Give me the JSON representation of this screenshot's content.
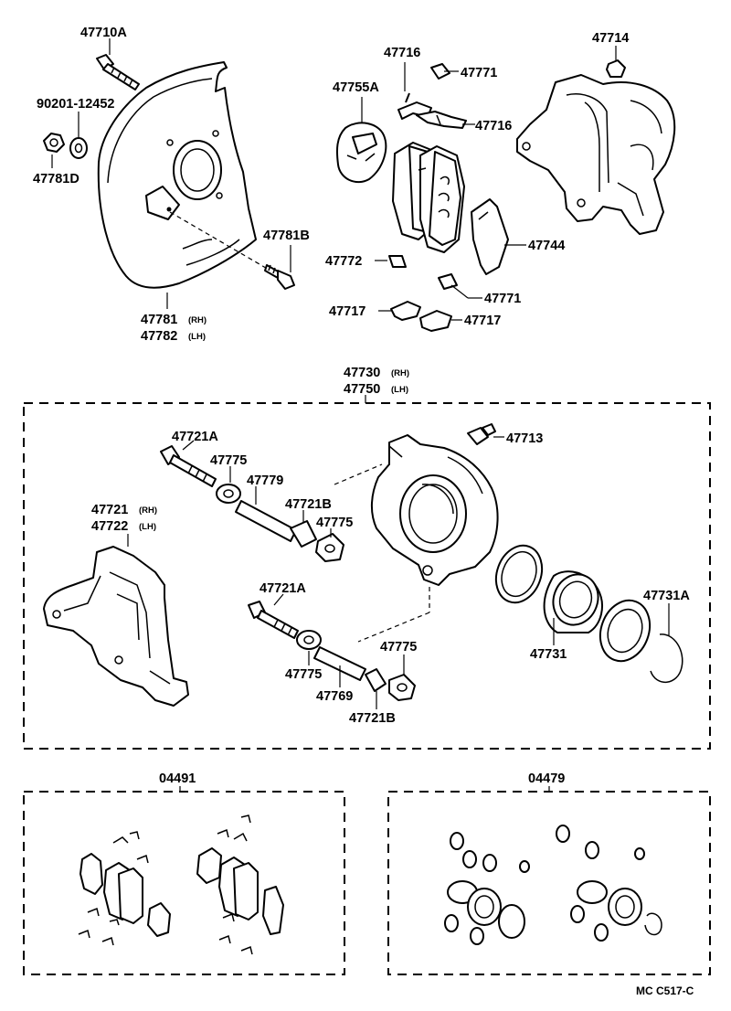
{
  "parts": {
    "p47710A": "47710A",
    "p90201": "90201-12452",
    "p47781D": "47781D",
    "p47781B": "47781B",
    "p47781": "47781",
    "p47782": "47782",
    "rh": "(RH)",
    "lh": "(LH)",
    "p47716a": "47716",
    "p47771a": "47771",
    "p47755A": "47755A",
    "p47716b": "47716",
    "p47714": "47714",
    "p47744": "47744",
    "p47772": "47772",
    "p47771b": "47771",
    "p47717a": "47717",
    "p47717b": "47717",
    "p47730": "47730",
    "p47750": "47750",
    "p47721A_1": "47721A",
    "p47775_1": "47775",
    "p47779": "47779",
    "p47721B_1": "47721B",
    "p47775_2": "47775",
    "p47713": "47713",
    "p47721": "47721",
    "p47722": "47722",
    "p47721A_2": "47721A",
    "p47775_3": "47775",
    "p47775_4": "47775",
    "p47769": "47769",
    "p47721B_2": "47721B",
    "p47731": "47731",
    "p47731A": "47731A",
    "kit_pad": "04491",
    "kit_seal": "04479",
    "ref_code": "MC C517-C"
  }
}
